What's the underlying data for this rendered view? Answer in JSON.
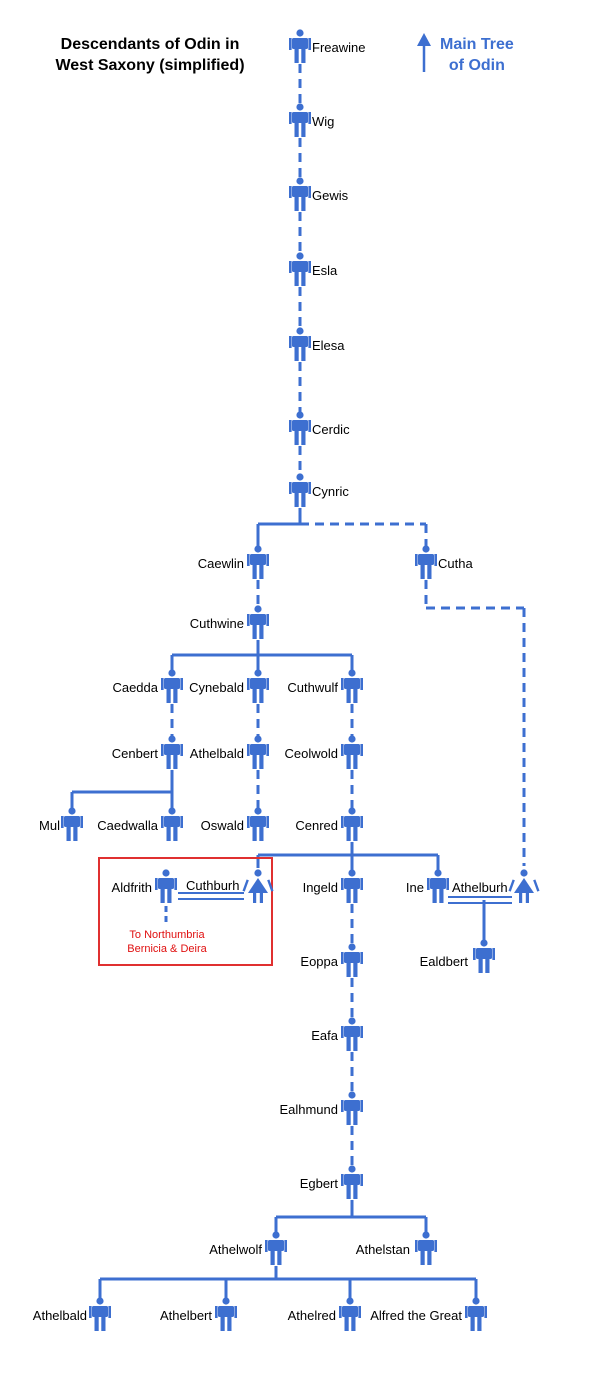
{
  "title_lines": [
    "Descendants of Odin in",
    "West Saxony (simplified)"
  ],
  "main_tree_link": {
    "lines": [
      "Main Tree",
      "of Odin"
    ],
    "icon": "arrow-up-icon"
  },
  "colors": {
    "accent": "#3d6fd0",
    "highlight_box": "#e03030",
    "note_text": "#e01010"
  },
  "persons": {
    "freawine": "Freawine",
    "wig": "Wig",
    "gewis": "Gewis",
    "esla": "Esla",
    "elesa": "Elesa",
    "cerdic": "Cerdic",
    "cynric": "Cynric",
    "caewlin": "Caewlin",
    "cutha": "Cutha",
    "cuthwine": "Cuthwine",
    "caedda": "Caedda",
    "cynebald": "Cynebald",
    "cuthwulf": "Cuthwulf",
    "cenbert": "Cenbert",
    "athelbald1": "Athelbald",
    "ceolwold": "Ceolwold",
    "mul": "Mul",
    "caedwalla": "Caedwalla",
    "oswald": "Oswald",
    "cenred": "Cenred",
    "aldfrith": "Aldfrith",
    "cuthburh": "Cuthburh",
    "ingeld": "Ingeld",
    "ine": "Ine",
    "athelburh": "Athelburh",
    "ealdbert": "Ealdbert",
    "eoppa": "Eoppa",
    "eafa": "Eafa",
    "ealhmund": "Ealhmund",
    "egbert": "Egbert",
    "athelwolf": "Athelwolf",
    "athelstan": "Athelstan",
    "athelbald2": "Athelbald",
    "athelbert": "Athelbert",
    "athelred": "Athelred",
    "alfred": "Alfred the Great"
  },
  "note_lines": [
    "To Northumbria",
    "Bernicia & Deira"
  ]
}
